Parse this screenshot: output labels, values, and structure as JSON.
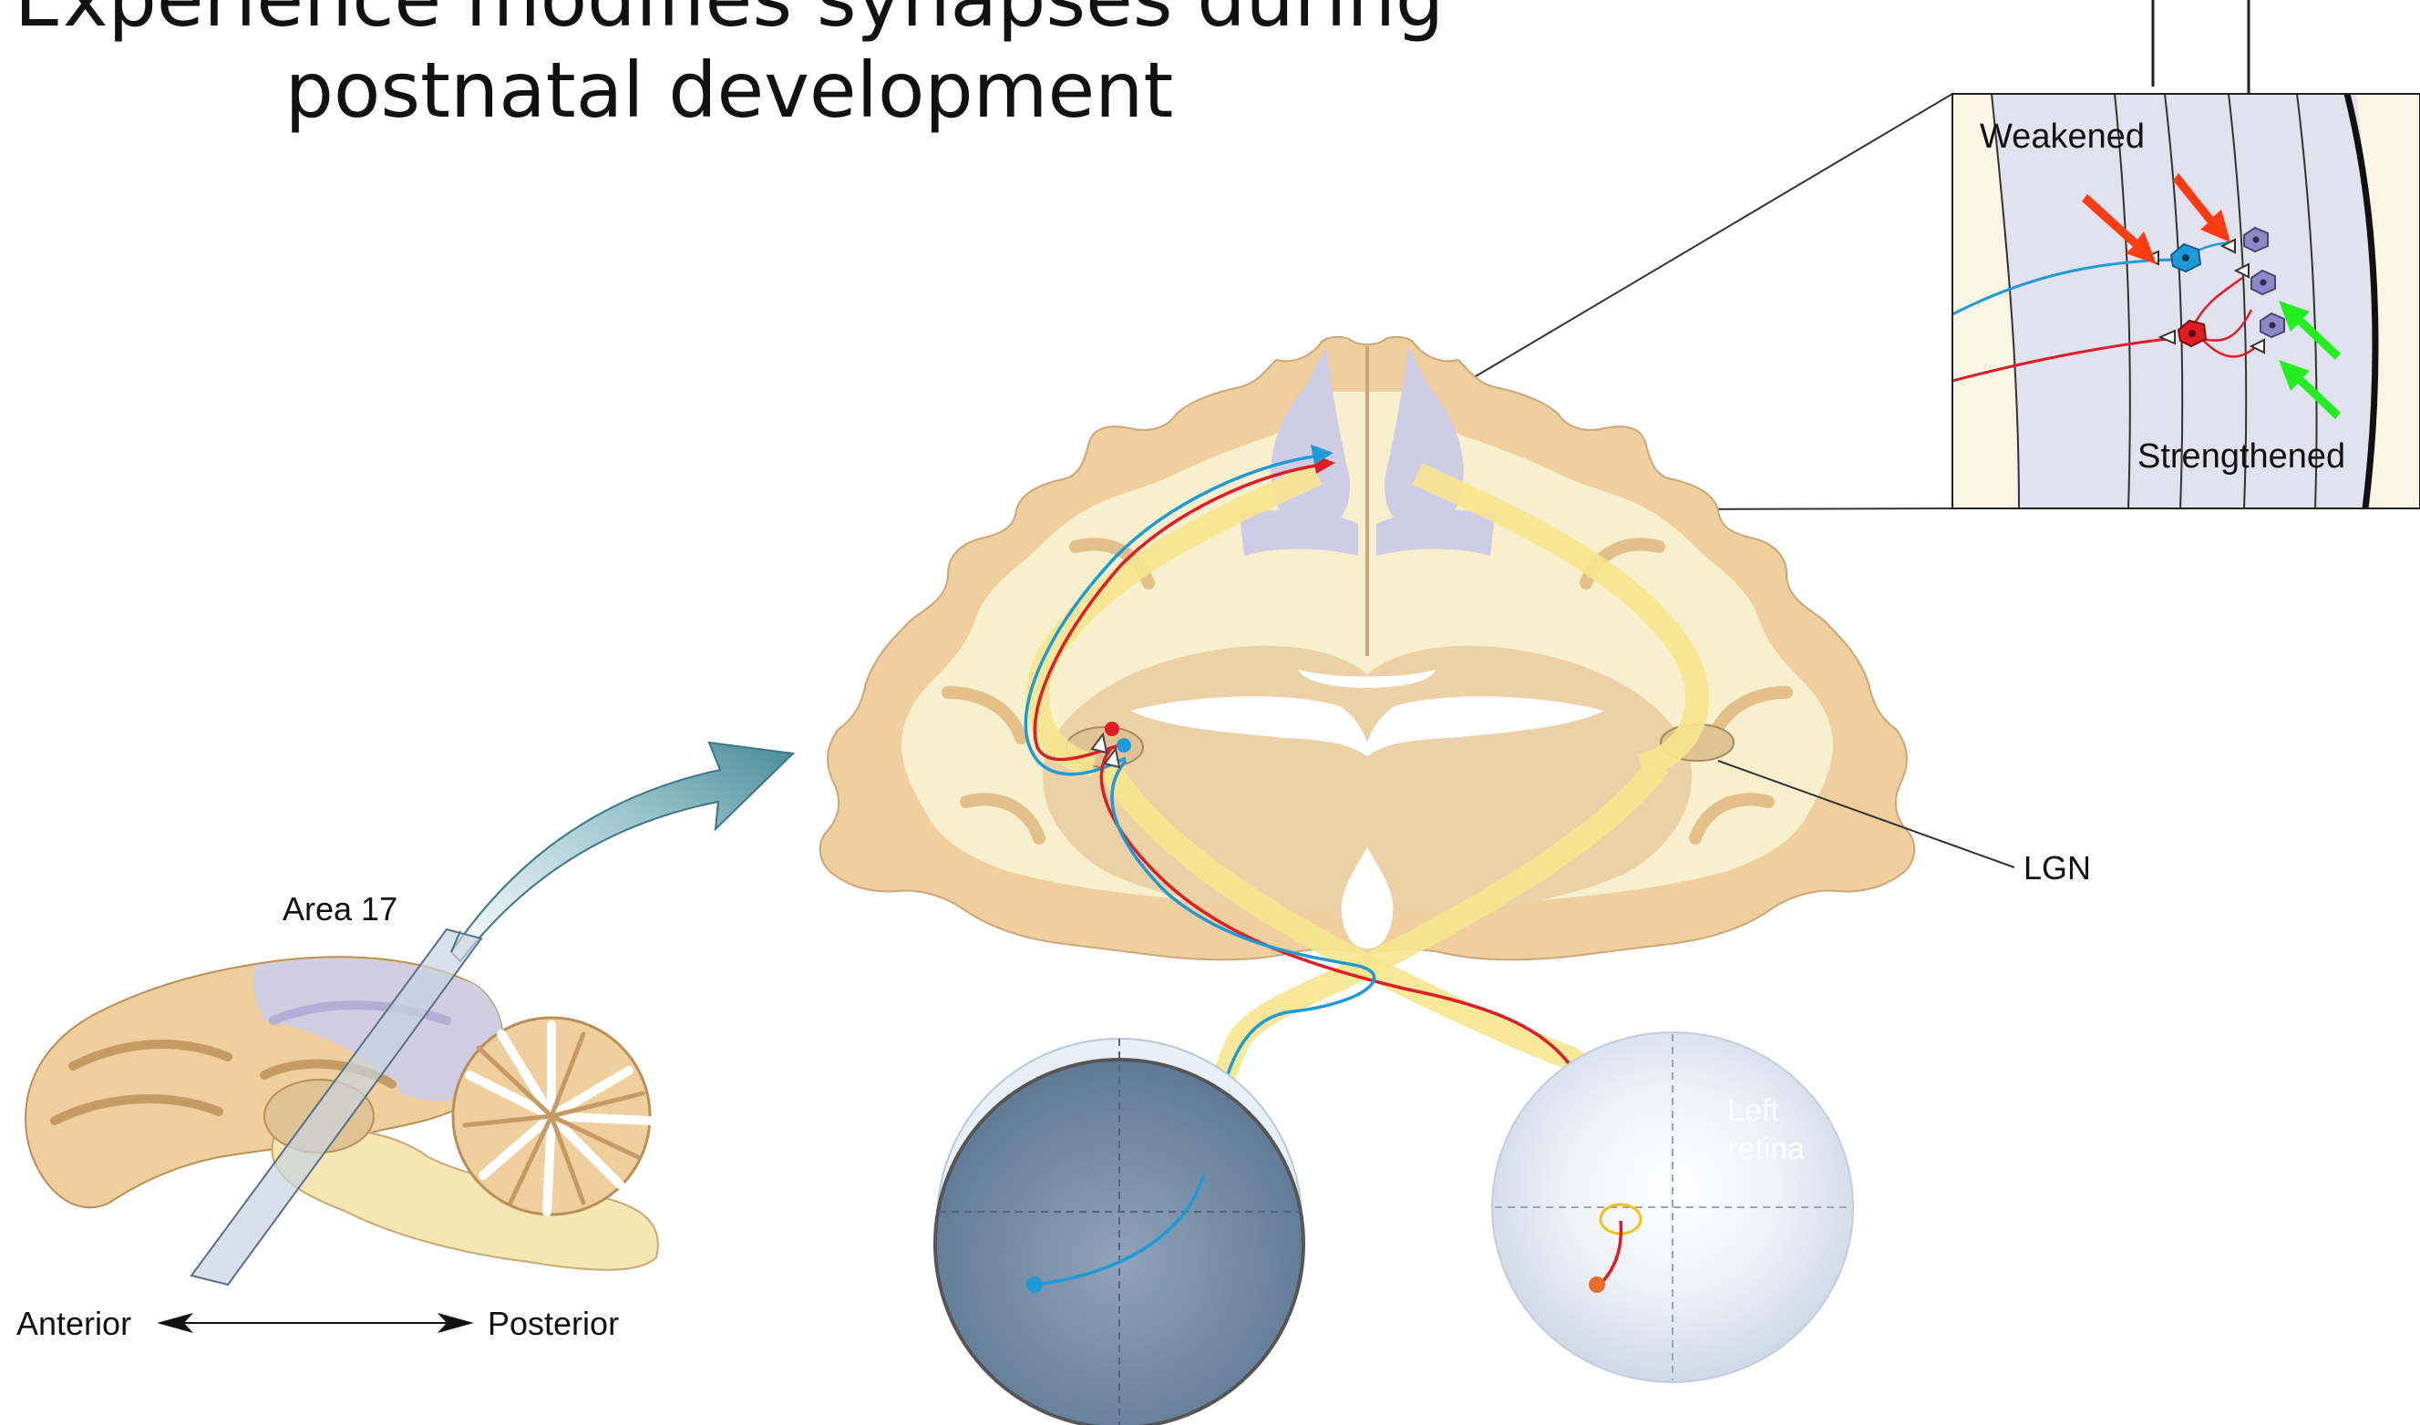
{
  "title": {
    "line1": "Experience modifies synapses during",
    "line2": "postnatal development"
  },
  "inset": {
    "weakened_label": "Weakened",
    "strengthened_label": "Strengthened"
  },
  "sagittal": {
    "area_label": "Area 17",
    "anterior_label": "Anterior",
    "posterior_label": "Posterior"
  },
  "coronal": {
    "lgn_label": "LGN"
  },
  "retina": {
    "left_label_line1": "Left",
    "left_label_line2": "retina"
  },
  "colors": {
    "brain_tissue": "#efcf9e",
    "white_matter": "#f8f0cc",
    "visual_cortex": "#cfcde6",
    "optic_pathway": "#f6e58f",
    "pathway_red": "#e01c24",
    "pathway_blue": "#1e9ad6",
    "arrow_weaken": "#ff3b12",
    "arrow_strengthen": "#22ee22",
    "big_arrow": "#5a97a3"
  }
}
